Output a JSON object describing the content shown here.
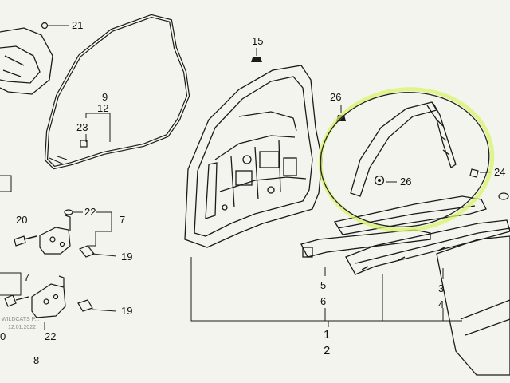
{
  "labels": {
    "l21": "21",
    "l9": "9",
    "l12": "12",
    "l23": "23",
    "l15": "15",
    "l26a": "26",
    "l26b": "26",
    "l24": "24",
    "l22a": "22",
    "l7a": "7",
    "l20": "20",
    "l19a": "19",
    "l7b": "7",
    "l19b": "19",
    "l22b": "22",
    "l8": "8",
    "l0": "0",
    "l5": "5",
    "l6": "6",
    "l3": "3",
    "l4": "4",
    "l1": "1",
    "l2": "2"
  },
  "watermark": {
    "line1": "WILDCATS P...",
    "line2": "12.01.2022"
  },
  "colors": {
    "paper": "#f4f4ee",
    "ink": "#1a1a1a",
    "highlight": "#d8f56a",
    "pen_circle": "#222222",
    "background": "#d8dad2"
  }
}
